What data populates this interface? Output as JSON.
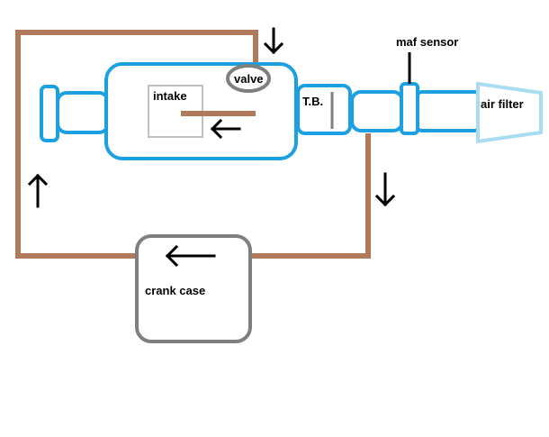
{
  "labels": {
    "intake": "intake",
    "valve": "valve",
    "throttle_body": "T.B.",
    "maf_sensor": "maf sensor",
    "air_filter": "air filter",
    "crank_case": "crank case"
  },
  "colors": {
    "pipe": "#b07a5a",
    "duct": "#1ba1e2",
    "filter": "#a8dcf0",
    "crankcase": "#7f7f7f",
    "valve": "#7f7f7f",
    "arrow": "#000000",
    "intake_box": "#c0c0c0"
  },
  "icons": {
    "flow_arrows": [
      "arrow-down-icon",
      "arrow-left-icon",
      "arrow-up-icon",
      "arrow-down-icon",
      "arrow-left-icon"
    ]
  }
}
